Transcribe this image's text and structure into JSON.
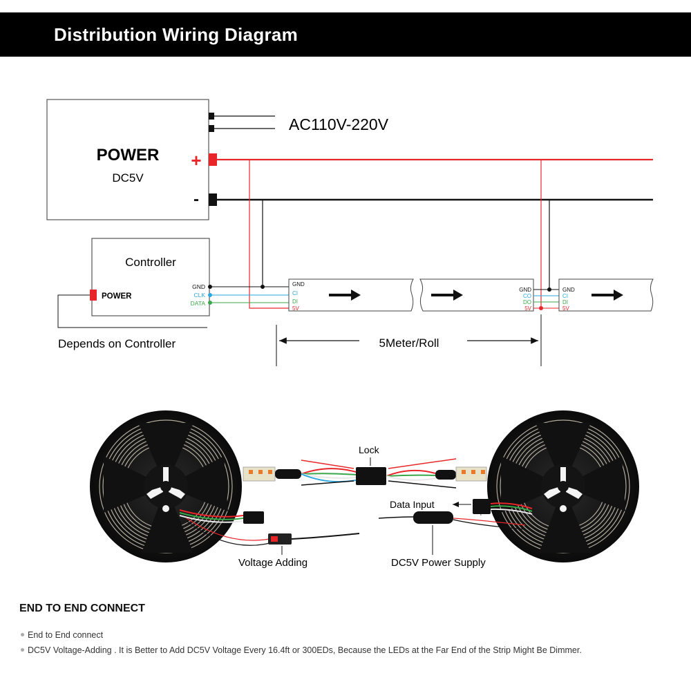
{
  "header": {
    "title": "Distribution Wiring Diagram"
  },
  "power_supply": {
    "title": "POWER",
    "voltage": "DC5V",
    "ac_input": "AC110V-220V",
    "plus_symbol": "+",
    "minus_symbol": "-"
  },
  "controller": {
    "title": "Controller",
    "power_label": "POWER",
    "pins": [
      "GND",
      "CLK",
      "DATA"
    ],
    "depends_label": "Depends on Controller"
  },
  "strip": {
    "input_pins": [
      "GND",
      "CI",
      "DI",
      "5V"
    ],
    "output_pins": [
      "GND",
      "CO",
      "DO",
      "5V"
    ],
    "length_label": "5Meter/Roll"
  },
  "photo_labels": {
    "lock": "Lock",
    "data_input": "Data Input",
    "voltage_adding": "Voltage Adding",
    "power_supply": "DC5V Power Supply",
    "plus_sign": "+",
    "minus_sign": "-"
  },
  "end_to_end": {
    "title": "END TO END CONNECT",
    "bullets": [
      "End to End connect",
      "DC5V Voltage-Adding . It is Better to Add DC5V Voltage Every 16.4ft or 300EDs, Because the LEDs at the Far End of the Strip Might Be Dimmer."
    ]
  },
  "colors": {
    "positive_wire": "#e8262a",
    "negative_wire": "#111111",
    "clock_wire": "#2aa7e0",
    "data_wire": "#3aa84a"
  }
}
